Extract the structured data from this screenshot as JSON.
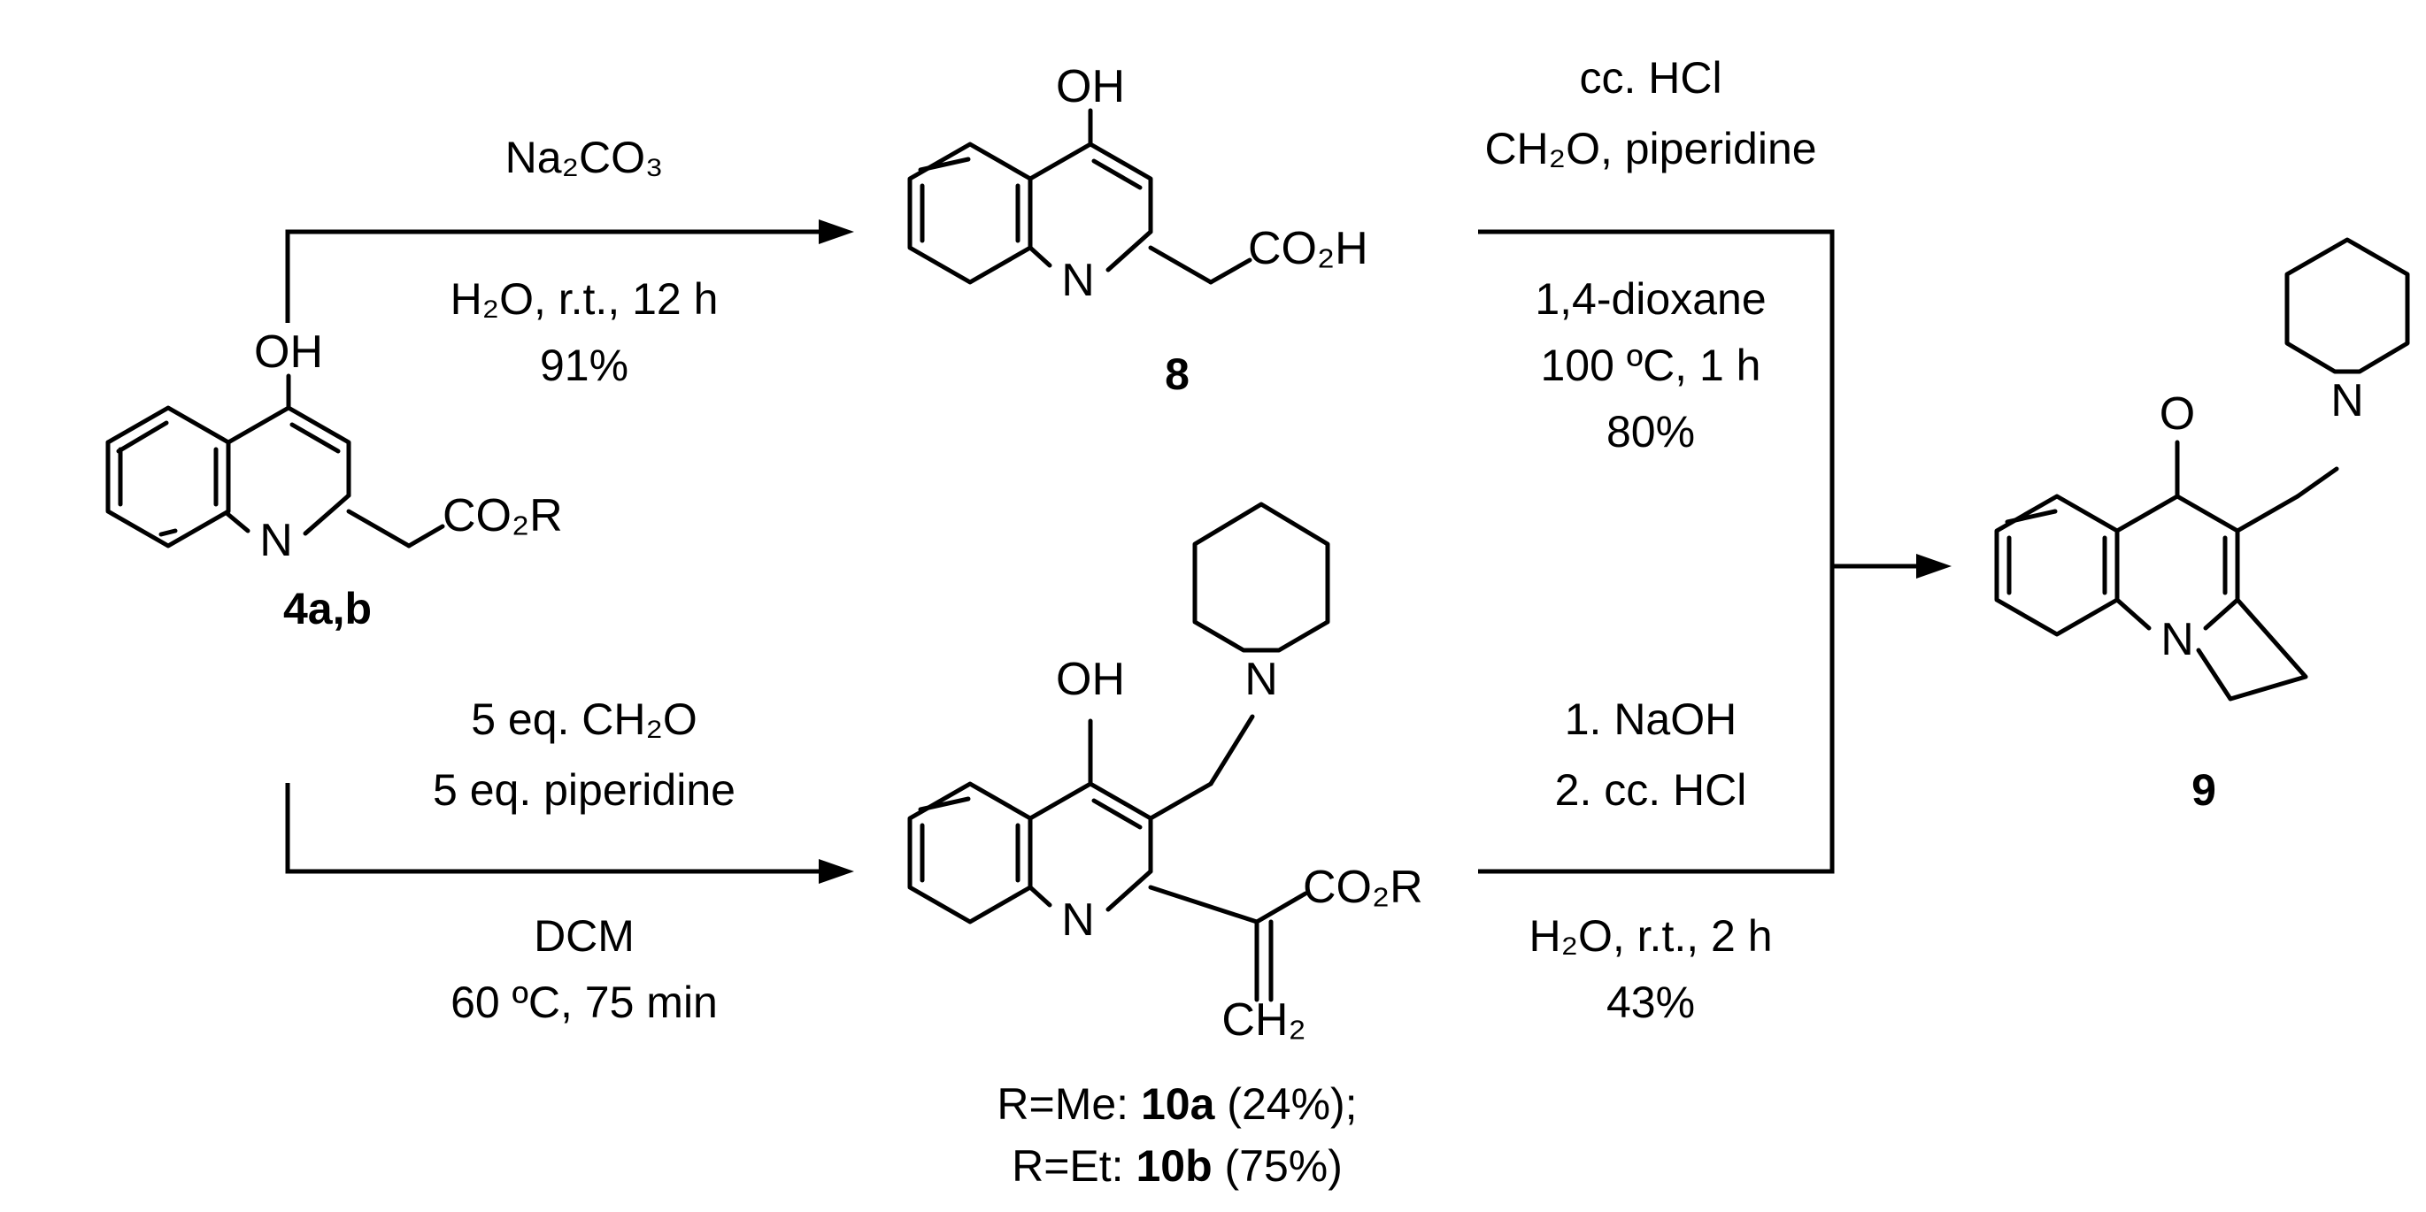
{
  "reactants": {
    "start": {
      "label": "4a,b",
      "oh": "OH",
      "n": "N",
      "ester": "CO₂R"
    }
  },
  "products": {
    "acid": {
      "label": "8",
      "oh": "OH",
      "n": "N",
      "group": "CO₂H"
    },
    "mannich": {
      "oh": "OH",
      "n_ring": "N",
      "n_pip": "N",
      "ester": "CO₂R",
      "ch2": "CH₂",
      "caption_line1": {
        "prefix": "R=Me: ",
        "bold": "10a",
        "suffix": " (24%);"
      },
      "caption_line2": {
        "prefix": "R=Et: ",
        "bold": "10b",
        "suffix": " (75%)"
      }
    },
    "final": {
      "label": "9",
      "o": "O",
      "n_ring": "N",
      "n_pip": "N"
    }
  },
  "conditions": {
    "step1": {
      "reagent": "Na₂CO₃",
      "solvent": "H₂O, r.t., 12 h",
      "yield": "91%"
    },
    "step2": {
      "reagent1": "5 eq. CH₂O",
      "reagent2": "5 eq. piperidine",
      "solvent": "DCM",
      "temp": "60 ºC, 75 min"
    },
    "step3": {
      "reagent1": "cc. HCl",
      "reagent2": "CH₂O, piperidine",
      "solvent": "1,4-dioxane",
      "temp": "100 ºC, 1 h",
      "yield": "80%"
    },
    "step4": {
      "reagent1": "1. NaOH",
      "reagent2": "2. cc. HCl",
      "solvent": "H₂O, r.t., 2 h",
      "yield": "43%"
    }
  }
}
